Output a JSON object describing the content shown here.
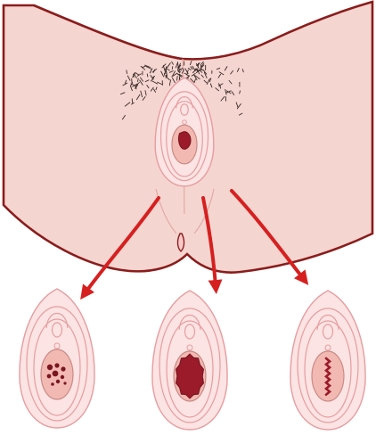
{
  "colors": {
    "background": "#ffffff",
    "skin": "#f5d5d0",
    "skin_outline": "#8b1c1c",
    "tissue_light": "#fbe4e3",
    "tissue_mid": "#f6c9c8",
    "tissue_line": "#e79ca0",
    "hair": "#3a2b28",
    "arrow": "#d62020",
    "lesion_dark": "#9b1b2a",
    "lesion_spot": "#7a1620",
    "opening_fill": "#f2b9b2"
  },
  "icons": {
    "body": "pelvic-region-figure",
    "arrow": "pointer-arrow",
    "detail": "vulva-detail"
  },
  "details": [
    {
      "variant": "dotted-lesions"
    },
    {
      "variant": "large-lesion"
    },
    {
      "variant": "linear-lesion"
    }
  ]
}
